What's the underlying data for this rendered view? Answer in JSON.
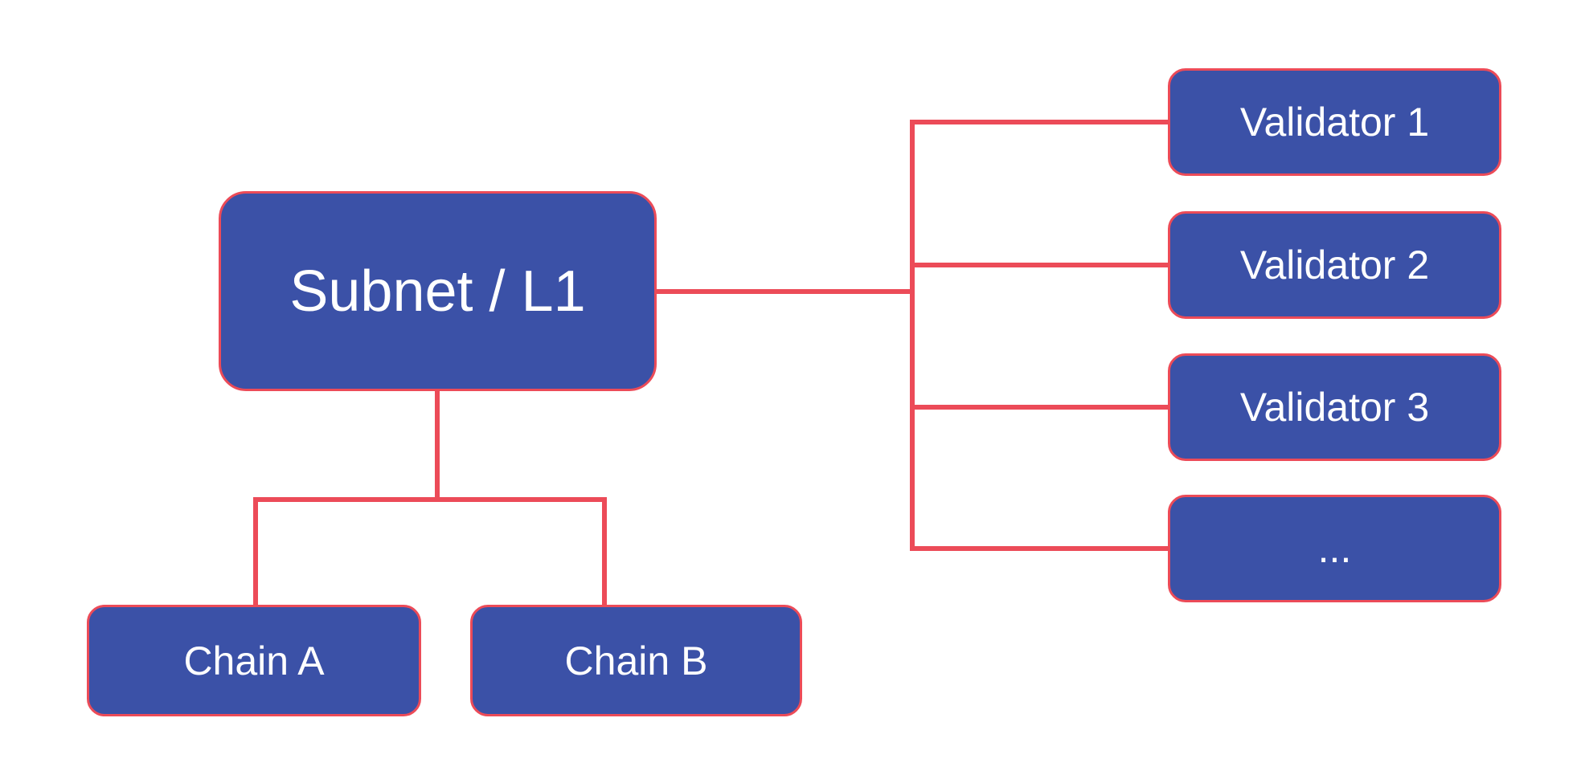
{
  "theme": {
    "background": "#FFFFFF",
    "node_fill": "#3B51A7",
    "node_border": "#EC4B58",
    "connector_color": "#EC4B58",
    "label_color": "#FFFFFF"
  },
  "diagram": {
    "root": {
      "label": "Subnet / L1"
    },
    "chains": [
      {
        "label": "Chain A"
      },
      {
        "label": "Chain B"
      }
    ],
    "validators": [
      {
        "label": "Validator 1"
      },
      {
        "label": "Validator 2"
      },
      {
        "label": "Validator 3"
      },
      {
        "label": "..."
      }
    ]
  }
}
